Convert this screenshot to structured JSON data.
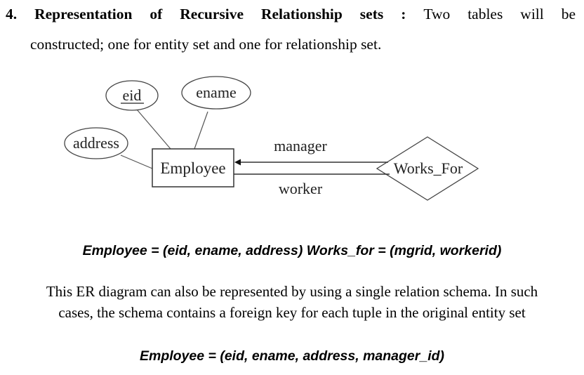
{
  "heading": {
    "number": "4.",
    "words": [
      "Representation",
      "of",
      "Recursive",
      "Relationship",
      "sets"
    ],
    "colon": ":",
    "rest_words": [
      "Two",
      "tables",
      "will",
      "be"
    ],
    "line2": "constructed; one for entity set and one for relationship set."
  },
  "diagram": {
    "entity": "Employee",
    "attributes": {
      "key": "eid",
      "name": "ename",
      "address": "address"
    },
    "relationship": "Works_For",
    "roles": {
      "manager": "manager",
      "worker": "worker"
    }
  },
  "schema1": {
    "prefix": "Employee = ",
    "open": "(",
    "rest": "eid, ename, address) Works_for = (mgrid, workerid)"
  },
  "paragraph": {
    "line1": "This ER diagram can also be represented by using a single relation schema. In such",
    "line2": "cases, the schema contains a foreign key for each tuple in the original entity set"
  },
  "schema2": {
    "prefix": "Employee = ",
    "open": "(",
    "rest": "eid, ename, address, manager_id)"
  }
}
